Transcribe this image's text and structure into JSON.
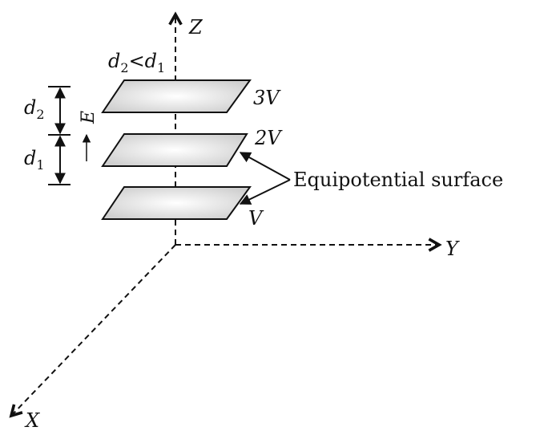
{
  "axes": {
    "z": "Z",
    "y": "Y",
    "x": "X"
  },
  "condition": {
    "d2": "d",
    "d2_sub": "2",
    "lt": "<",
    "d1": "d",
    "d1_sub": "1"
  },
  "dimensions": {
    "d2": "d",
    "d2_sub": "2",
    "d1": "d",
    "d1_sub": "1"
  },
  "field": "E",
  "plates": [
    {
      "label": "3V"
    },
    {
      "label": "2V"
    },
    {
      "label": "V"
    }
  ],
  "annotation": "Equipotential surface"
}
